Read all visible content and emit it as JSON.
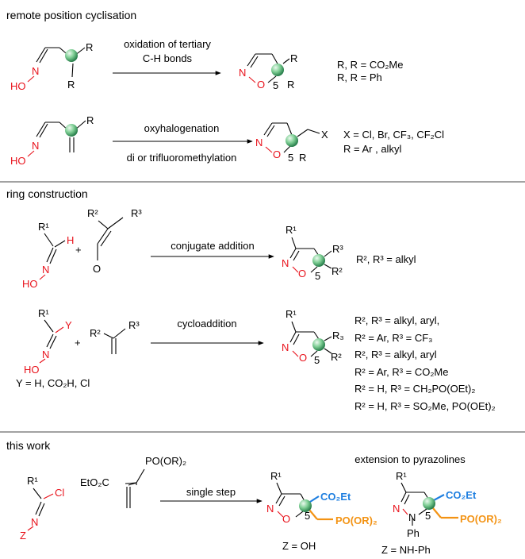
{
  "section1": {
    "title": "remote position cyclisation",
    "row1": {
      "arrow_top_line1": "oxidation of tertiary",
      "arrow_top_line2": "C-H bonds",
      "cond1": "R, R = CO₂Me",
      "cond2": "R, R = Ph"
    },
    "row2": {
      "arrow_top": "oxyhalogenation",
      "arrow_bottom": "di or trifluoromethylation",
      "cond1": "X = Cl, Br, CF₃, CF₂Cl",
      "cond2": "R = Ar , alkyl"
    }
  },
  "section2": {
    "title": "ring construction",
    "row1": {
      "arrow_top": "conjugate addition",
      "cond1": "R², R³ = alkyl"
    },
    "row2": {
      "arrow_top": "cycloaddition",
      "ylabel": "Y = H, CO₂H, Cl",
      "conds": [
        "R², R³ = alkyl, aryl,",
        "R² = Ar, R³ = CF₃",
        "R², R³ = alkyl, aryl",
        "R² = Ar, R³ = CO₂Me",
        "R² = H, R³ = CH₂PO(OEt)₂",
        "R² = H, R³ = SO₂Me, PO(OEt)₂"
      ]
    }
  },
  "section3": {
    "title": "this work",
    "arrow_top": "single step",
    "extension": "extension to pyrazolines",
    "zlabel1": "Z = OH",
    "zlabel2": "Z = NH-Ph"
  },
  "atoms": {
    "R": "R",
    "R1": "R¹",
    "R2": "R²",
    "R3": "R³",
    "R3sub": "R₃",
    "N": "N",
    "O": "O",
    "HO": "HO",
    "X": "X",
    "Y": "Y",
    "H": "H",
    "Cl": "Cl",
    "Z": "Z",
    "plus": "+",
    "five": "5",
    "Ph": "Ph",
    "CO2Et": "CO₂Et",
    "EtO2C": "EtO₂C",
    "PO_OR_2": "PO(OR)₂"
  },
  "colors": {
    "heteroatom": "#e8121b",
    "ester": "#1f7fe0",
    "phosphonate": "#f39314",
    "sphere": "#3aa86a"
  }
}
